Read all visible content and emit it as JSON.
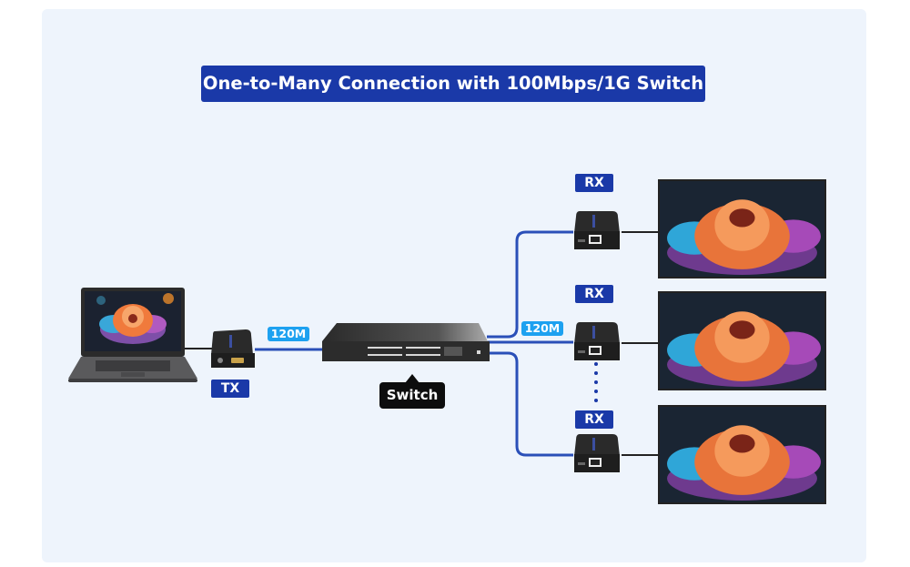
{
  "title": "One-to-Many Connection with 100Mbps/1G Switch",
  "labels": {
    "tx": "TX",
    "rx": [
      "RX",
      "RX",
      "RX"
    ],
    "switch": "Switch",
    "speed_left": "120M",
    "speed_right": "120M"
  },
  "devices": {
    "source": "laptop",
    "transmitter": "hdmi-extender-tx",
    "hub": "network-switch",
    "receivers": [
      "hdmi-extender-rx",
      "hdmi-extender-rx",
      "hdmi-extender-rx"
    ],
    "displays": [
      "display",
      "display",
      "display"
    ]
  },
  "colors": {
    "title_bg": "#1a39a8",
    "speed_badge": "#1da1f0",
    "cable_blue": "#2a4fb8",
    "background": "#eef4fc"
  }
}
